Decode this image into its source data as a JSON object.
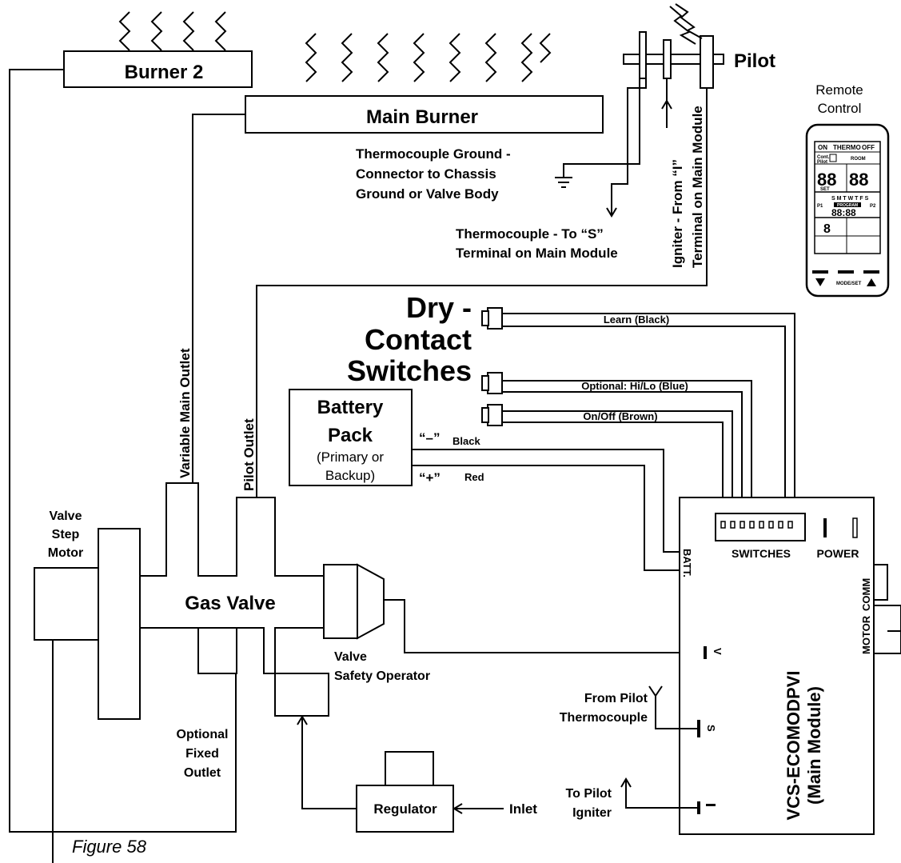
{
  "burner2": "Burner 2",
  "main_burner": "Main Burner",
  "pilot": "Pilot",
  "remote_control": [
    "Remote",
    "Control"
  ],
  "remote_lcd": {
    "on": "ON",
    "thermo": "THERMO",
    "off": "OFF",
    "cont": "Cont.",
    "pilot": "Pilot",
    "room": "ROOM",
    "set": "SET",
    "days": "S M T W T F S",
    "program": "PROGRAM",
    "p1": "P1",
    "p2": "P2",
    "mode_set": "MODE/SET"
  },
  "thermocouple_ground": [
    "Thermocouple Ground -",
    "Connector to Chassis",
    "Ground or Valve Body"
  ],
  "thermocouple_s": [
    "Thermocouple - To “S”",
    "Terminal on Main Module"
  ],
  "igniter": [
    "Igniter - From “I”",
    "Terminal on Main Module"
  ],
  "dry_contact": [
    "Dry -",
    "Contact",
    "Switches"
  ],
  "wires": {
    "learn": "Learn (Black)",
    "hilo": "Optional: Hi/Lo (Blue)",
    "onoff": "On/Off (Brown)",
    "minus": "“–”",
    "black": "Black",
    "plus": "“+”",
    "red": "Red"
  },
  "battery_pack": [
    "Battery",
    "Pack",
    "(Primary or",
    "Backup)"
  ],
  "variable_main_outlet": "Variable Main Outlet",
  "pilot_outlet": "Pilot Outlet",
  "valve_step_motor": [
    "Valve",
    "Step",
    "Motor"
  ],
  "gas_valve": "Gas Valve",
  "valve_safety_operator": [
    "Valve",
    "Safety Operator"
  ],
  "optional_fixed_outlet": [
    "Optional",
    "Fixed",
    "Outlet"
  ],
  "regulator": "Regulator",
  "inlet": "Inlet",
  "from_pilot_thermocouple": [
    "From Pilot",
    "Thermocouple"
  ],
  "to_pilot_igniter": [
    "To Pilot",
    "Igniter"
  ],
  "module": {
    "switches": "SWITCHES",
    "power": "POWER",
    "batt": "BATT.",
    "comm": "COMM",
    "motor": "MOTOR",
    "v": "V",
    "s": "S",
    "i": "I",
    "name": [
      "VCS-ECOMODPVI",
      "(Main Module)"
    ]
  },
  "figure": "Figure 58"
}
